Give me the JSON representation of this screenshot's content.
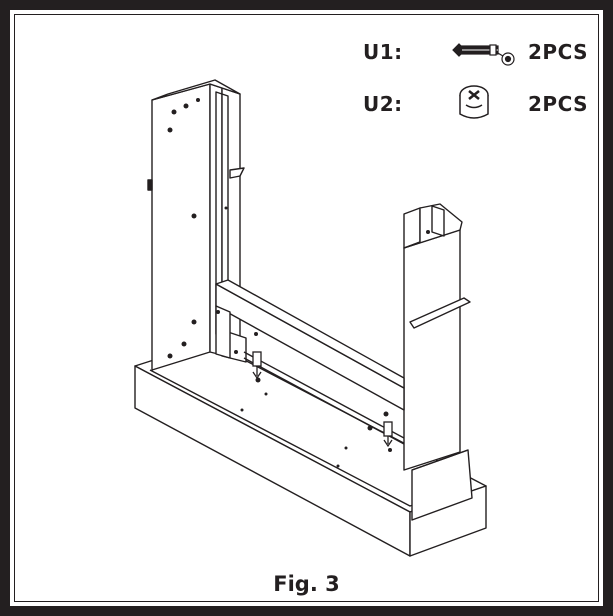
{
  "parts": [
    {
      "id": "U1",
      "label": "U1:",
      "icon": "cam-bolt-icon",
      "quantity": "2PCS"
    },
    {
      "id": "U2",
      "label": "U2:",
      "icon": "cam-lock-nut-icon",
      "quantity": "2PCS"
    }
  ],
  "caption": "Fig. 3",
  "colors": {
    "line": "#231f20",
    "background": "#ffffff"
  }
}
